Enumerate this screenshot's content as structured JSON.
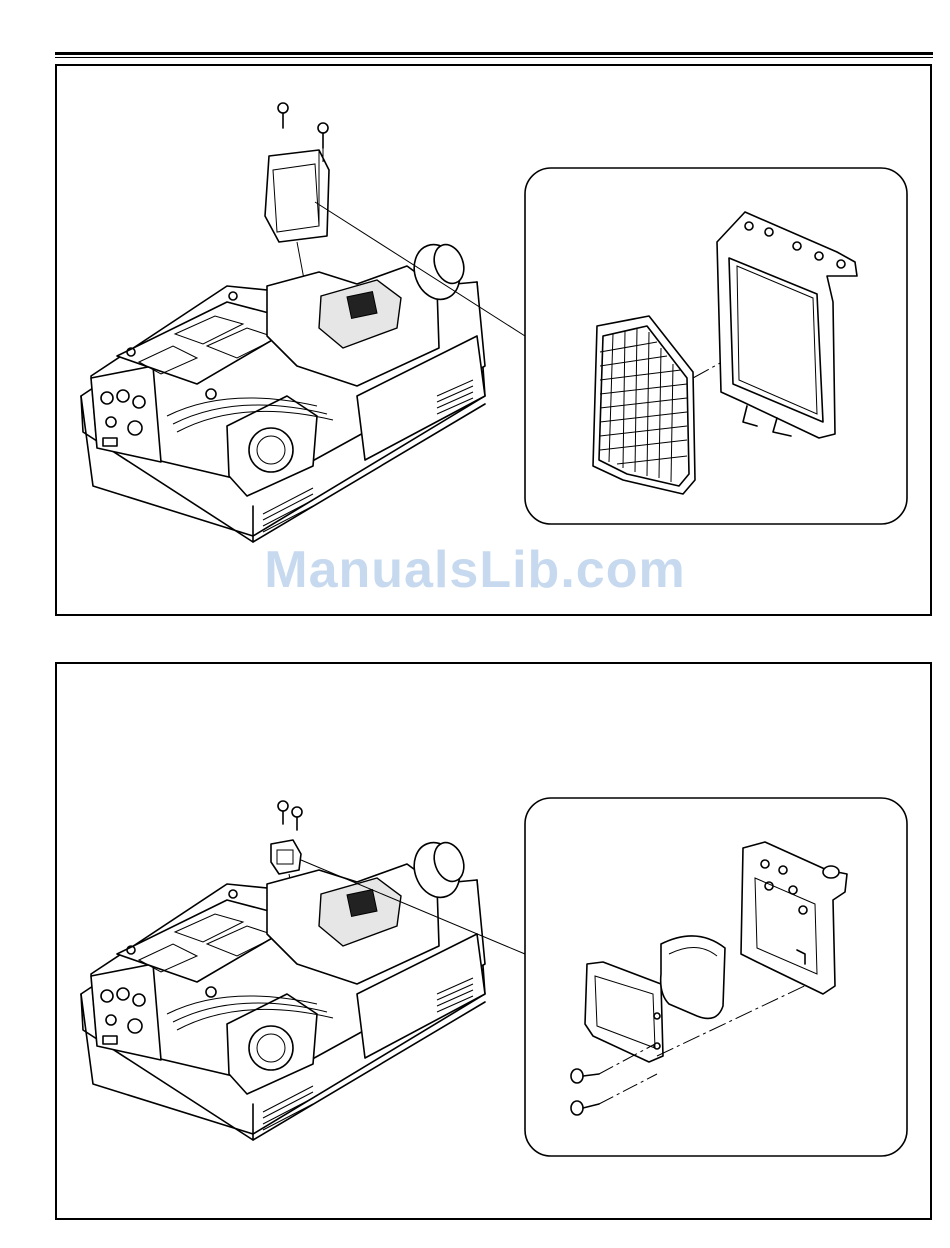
{
  "watermark": {
    "text": "ManualsLib.com",
    "color": "#c7d9ef"
  },
  "figures": [
    {
      "id": "upper",
      "callout": "filter-grid-and-frame"
    },
    {
      "id": "lower",
      "callout": "lens-plate-and-bracket"
    }
  ],
  "icons": [
    "screw-icon",
    "projector-chassis-illustration",
    "detail-callout-box"
  ]
}
